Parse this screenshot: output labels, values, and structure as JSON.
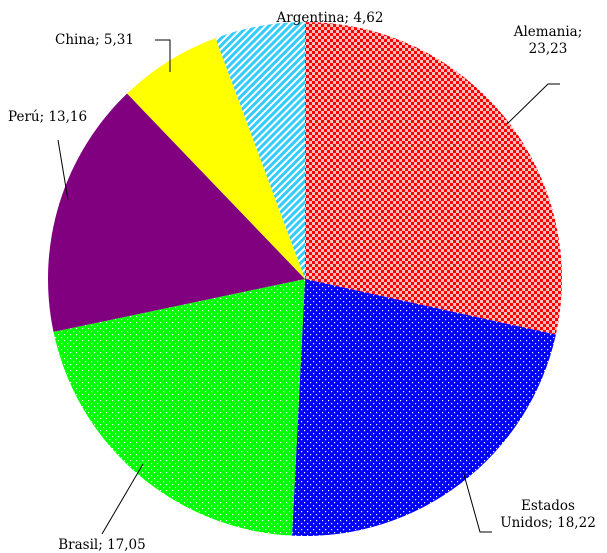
{
  "chart_data": {
    "type": "pie",
    "title": "",
    "categories": [
      "Alemania",
      "Estados Unidos",
      "Brasil",
      "Perú",
      "China",
      "Argentina"
    ],
    "values": [
      23.23,
      18.22,
      17.05,
      13.16,
      5.31,
      4.62
    ],
    "value_labels": [
      "23,23",
      "18,22",
      "17,05",
      "13,16",
      "5,31",
      "4,62"
    ],
    "colors": [
      "#ff0000",
      "#0000ff",
      "#00ff00",
      "#800080",
      "#ffff00",
      "#33ccff"
    ],
    "patterns": [
      "checker",
      "dots",
      "dots",
      "solid",
      "solid",
      "diagonal-stripes"
    ],
    "data_labels": [
      {
        "lines": [
          "Alemania;",
          "23,23"
        ]
      },
      {
        "lines": [
          "Estados",
          "Unidos; 18,22"
        ]
      },
      {
        "lines": [
          "Brasil; 17,05"
        ]
      },
      {
        "lines": [
          "Perú; 13,16"
        ]
      },
      {
        "lines": [
          "China; 5,31"
        ]
      },
      {
        "lines": [
          "Argentina; 4,62"
        ]
      }
    ],
    "start_angle": "12 o'clock",
    "direction": "clockwise",
    "legend": "none"
  }
}
